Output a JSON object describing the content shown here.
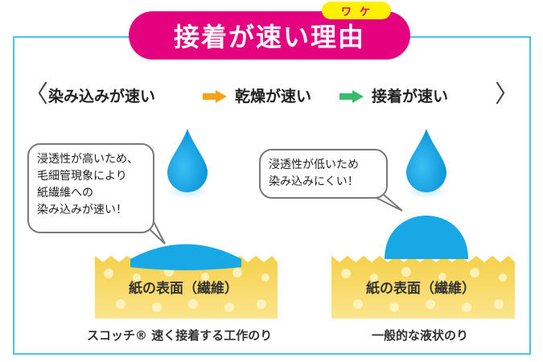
{
  "title": "接着が速い理由",
  "title_ruby": "ワケ",
  "flow": {
    "step1": "染み込みが速い",
    "step2": "乾燥が速い",
    "step3": "接着が速い",
    "left_chevron": "〈",
    "right_chevron": "〉"
  },
  "left": {
    "bubble_lines": [
      "浸透性が高いため、",
      "毛細管現象により",
      "紙繊維への",
      "染み込みが速い！"
    ],
    "paper_label": "紙の表面（繊維）",
    "caption": "スコッチ® 速く接着する工作のり"
  },
  "right": {
    "bubble_lines": [
      "浸透性が低いため",
      "染み込みにくい！"
    ],
    "paper_label": "紙の表面（繊維）",
    "caption": "一般的な液状のり"
  },
  "colors": {
    "accent": "#e4007f",
    "frame": "#4cc4e8",
    "drop": "#19a8e6",
    "arrow_orange": "#f7a21b",
    "arrow_green": "#3dbb6d",
    "paper": "#f7d85a"
  }
}
